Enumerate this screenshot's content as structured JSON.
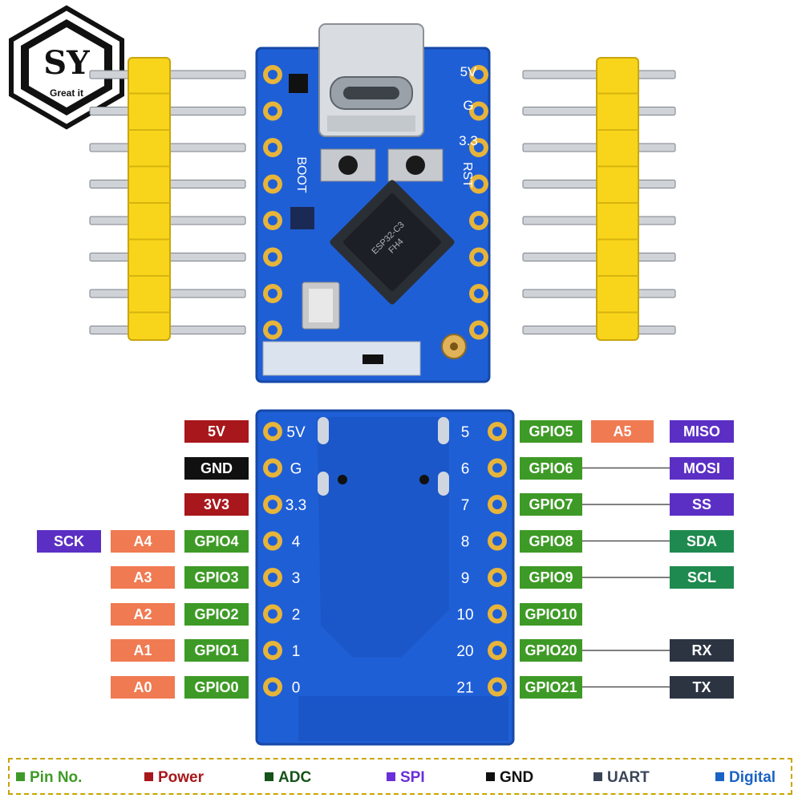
{
  "logo": {
    "letters": "SY",
    "tagline": "Great it"
  },
  "silkscreen": {
    "top_right": [
      "5V",
      "G",
      "3.3",
      "RST"
    ],
    "top_left": [
      "BOOT"
    ],
    "chip_text": [
      "ESP32-C3",
      "FH4"
    ]
  },
  "pins": {
    "left": [
      {
        "num": "5V",
        "gpio": "5V",
        "role": "power",
        "extra": []
      },
      {
        "num": "G",
        "gpio": "GND",
        "role": "gnd",
        "extra": []
      },
      {
        "num": "3.3",
        "gpio": "3V3",
        "role": "power",
        "extra": []
      },
      {
        "num": "4",
        "gpio": "GPIO4",
        "role": "pin",
        "extra": [
          {
            "text": "A4",
            "type": "adc"
          },
          {
            "text": "SCK",
            "type": "spi"
          }
        ]
      },
      {
        "num": "3",
        "gpio": "GPIO3",
        "role": "pin",
        "extra": [
          {
            "text": "A3",
            "type": "adc"
          }
        ]
      },
      {
        "num": "2",
        "gpio": "GPIO2",
        "role": "pin",
        "extra": [
          {
            "text": "A2",
            "type": "adc"
          }
        ]
      },
      {
        "num": "1",
        "gpio": "GPIO1",
        "role": "pin",
        "extra": [
          {
            "text": "A1",
            "type": "adc"
          }
        ]
      },
      {
        "num": "0",
        "gpio": "GPIO0",
        "role": "pin",
        "extra": [
          {
            "text": "A0",
            "type": "adc"
          }
        ]
      }
    ],
    "right": [
      {
        "num": "5",
        "gpio": "GPIO5",
        "extra": [
          {
            "text": "A5",
            "type": "adc"
          },
          {
            "text": "MISO",
            "type": "spi"
          }
        ]
      },
      {
        "num": "6",
        "gpio": "GPIO6",
        "extra": [
          {
            "text": "MOSI",
            "type": "spi"
          }
        ]
      },
      {
        "num": "7",
        "gpio": "GPIO7",
        "extra": [
          {
            "text": "SS",
            "type": "spi"
          }
        ]
      },
      {
        "num": "8",
        "gpio": "GPIO8",
        "extra": [
          {
            "text": "SDA",
            "type": "i2c"
          }
        ]
      },
      {
        "num": "9",
        "gpio": "GPIO9",
        "extra": [
          {
            "text": "SCL",
            "type": "i2c"
          }
        ]
      },
      {
        "num": "10",
        "gpio": "GPIO10",
        "extra": []
      },
      {
        "num": "20",
        "gpio": "GPIO20",
        "extra": [
          {
            "text": "RX",
            "type": "uart"
          }
        ]
      },
      {
        "num": "21",
        "gpio": "GPIO21",
        "extra": [
          {
            "text": "TX",
            "type": "uart"
          }
        ]
      }
    ]
  },
  "colors": {
    "pin": "#3e9a26",
    "power": "#a8171b",
    "gnd": "#101010",
    "adc": "#f07a52",
    "spi": "#5b2fc4",
    "i2c": "#1f8a4f",
    "uart": "#2c3442",
    "digital": "#1a63c4",
    "pcb": "#1f5fd6",
    "pcb_dark": "#1648a8",
    "pad": "#e7b43a",
    "header": "#ffdf1c"
  },
  "legend": [
    {
      "label": "Pin No.",
      "color": "#3e9a26"
    },
    {
      "label": "Power",
      "color": "#a8171b"
    },
    {
      "label": "ADC",
      "color": "#16521a"
    },
    {
      "label": "SPI",
      "color": "#6a2fd8"
    },
    {
      "label": "GND",
      "color": "#101010"
    },
    {
      "label": "UART",
      "color": "#3a4558"
    },
    {
      "label": "Digital",
      "color": "#1a63c4"
    }
  ]
}
